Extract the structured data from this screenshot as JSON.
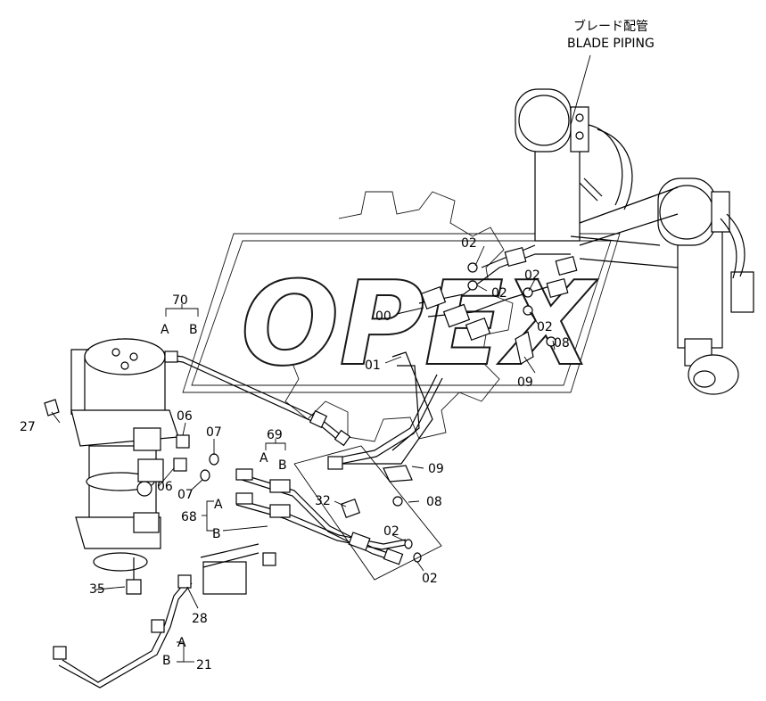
{
  "title": {
    "jp": "ブレード配管",
    "en": "BLADE PIPING"
  },
  "watermark": "OPEX",
  "labels": {
    "p00": "00",
    "p01": "01",
    "p02a": "02",
    "p02b": "02",
    "p02c": "02",
    "p02d": "02",
    "p02e": "02",
    "p02f": "02",
    "p06a": "06",
    "p06b": "06",
    "p07a": "07",
    "p07b": "07",
    "p08a": "08",
    "p08b": "08",
    "p09a": "09",
    "p09b": "09",
    "p21": "21",
    "p27": "27",
    "p28": "28",
    "p32": "32",
    "p35": "35",
    "p68": "68",
    "p69": "69",
    "p70": "70",
    "a70": "A",
    "b70": "B",
    "a69": "A",
    "b69": "B",
    "a68": "A",
    "b68": "B",
    "a21": "A",
    "b21": "B"
  }
}
